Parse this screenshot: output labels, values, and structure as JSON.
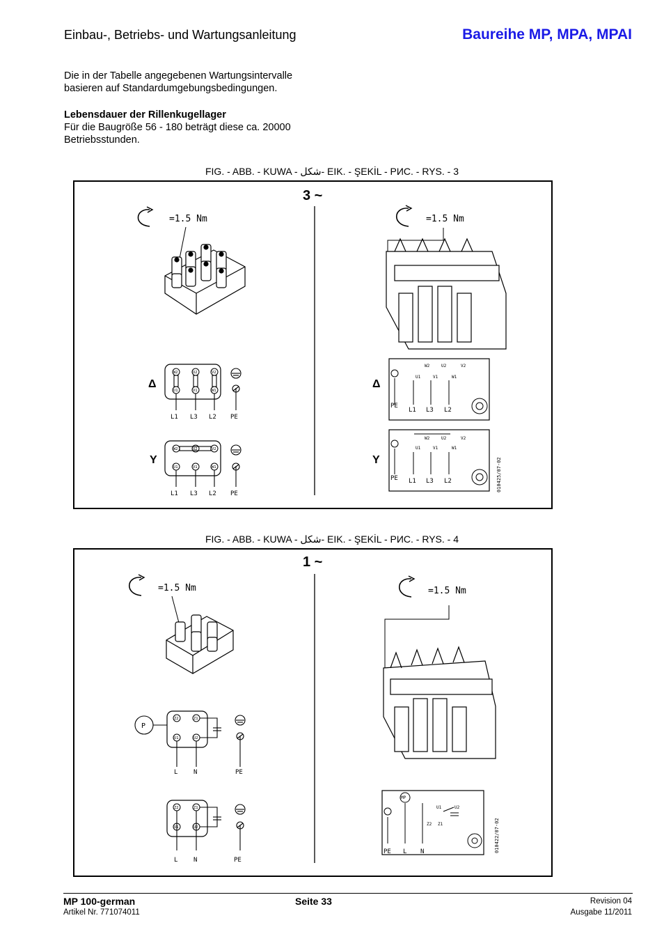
{
  "header": {
    "left": "Einbau-, Betriebs- und Wartungsanleitung",
    "right": "Baureihe MP, MPA, MPAI"
  },
  "intro": {
    "line1": "Die in der Tabelle angegebenen Wartungsintervalle",
    "line2": "basieren auf Standardumgebungsbedingungen."
  },
  "bearing": {
    "heading": "Lebensdauer der Rillenkugellager",
    "line1": "Für die Baugröße 56 - 180 beträgt diese ca. 20000",
    "line2": "Betriebsstunden."
  },
  "figures": [
    {
      "caption": "FIG. - ABB. - KUWA - ﺷﻜﻞ- EIK. - ŞEKİL - РИС. - RYS. - 3",
      "phase": "3 ~",
      "torque_left": "=1.5 Nm",
      "torque_right": "=1.5 Nm",
      "delta_symbol": "Δ",
      "star_symbol": "Y",
      "left_top_terminals": [
        "W2",
        "U2",
        "V2"
      ],
      "left_bottom_terminals": [
        "U1",
        "V1",
        "W1"
      ],
      "left_lines": [
        "L1",
        "L3",
        "L2",
        "PE"
      ],
      "right_top_terminals": [
        "W2",
        "U2",
        "V2"
      ],
      "right_bottom_terminals": [
        "U1",
        "V1",
        "W1"
      ],
      "right_lines": [
        "PE",
        "L1",
        "L3",
        "L2"
      ],
      "drawing_code": "010425/07-02"
    },
    {
      "caption": "FIG. - ABB. - KUWA - ﺷﻜﻞ- EIK. - ŞEKİL - РИС. - RYS. - 4",
      "phase": "1 ~",
      "torque_left": "=1.5 Nm",
      "torque_right": "=1.5 Nm",
      "p_label": "P",
      "left_top_terminals": [
        "Z2",
        "Z1"
      ],
      "left_bottom_terminals": [
        "U1",
        "U2"
      ],
      "left_lines": [
        "L",
        "N",
        "PE"
      ],
      "right_labels": [
        "MP",
        "U1",
        "U2",
        "Z2",
        "Z1"
      ],
      "right_lines": [
        "PE",
        "L",
        "N"
      ],
      "drawing_code": "010422/07-02"
    }
  ],
  "footer": {
    "doc": "MP 100-german",
    "article": "Artikel Nr. 771074011",
    "page": "Seite 33",
    "revision": "Revision 04",
    "issue": "Ausgabe 11/2011"
  }
}
